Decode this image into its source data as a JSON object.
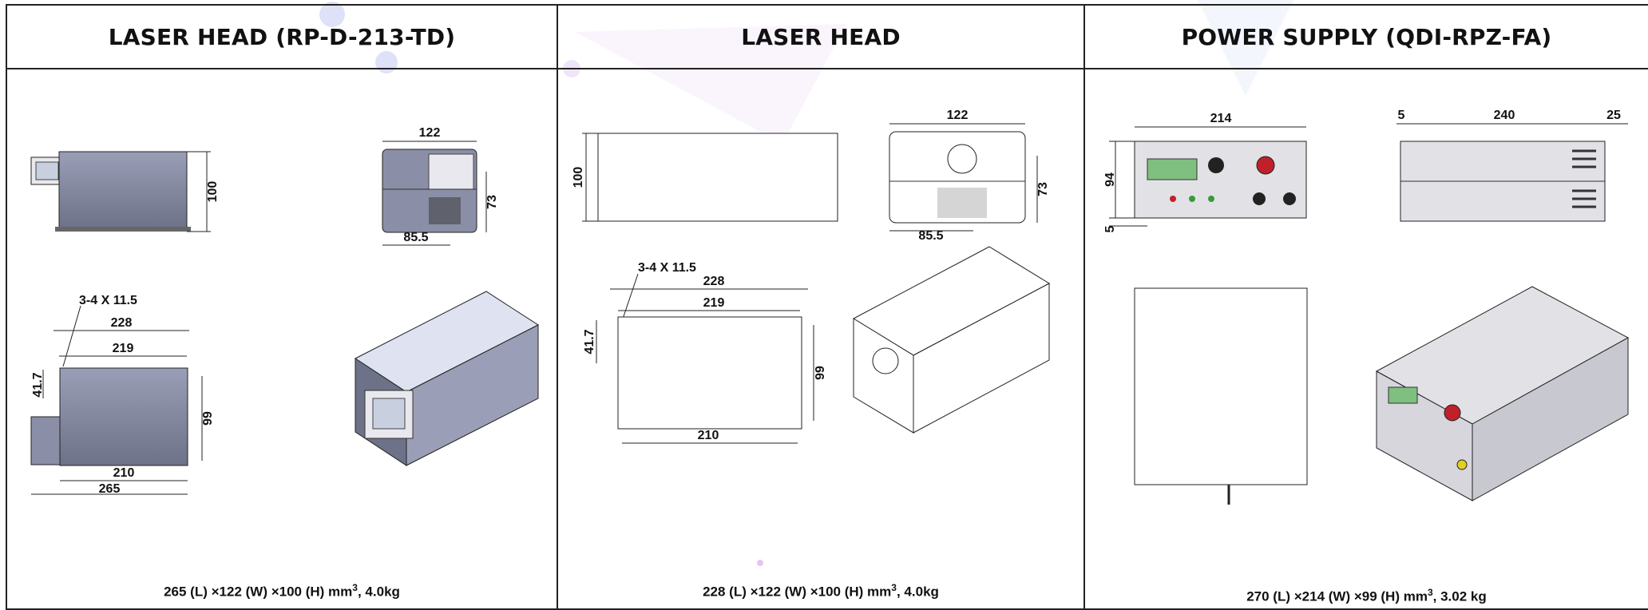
{
  "columns": [
    {
      "title": "LASER HEAD (RP-D-213-TD)",
      "caption": {
        "main": "265 (L) ×122 (W) ×100 (H) mm",
        "sup": "3",
        "tail": ", 4.0kg"
      },
      "dims": {
        "height": "100",
        "width": "122",
        "depth_side": "73",
        "foot": "85.5",
        "hole": "3-4 X 11.5",
        "len_a": "228",
        "len_b": "219",
        "offset": "41.7",
        "h_b": "99",
        "len_c": "210",
        "len_d": "265"
      }
    },
    {
      "title": "LASER HEAD",
      "caption": {
        "main": "228 (L) ×122 (W) ×100 (H) mm",
        "sup": "3",
        "tail": ", 4.0kg"
      },
      "dims": {
        "height": "100",
        "width": "122",
        "depth_side": "73",
        "foot": "85.5",
        "hole": "3-4 X 11.5",
        "len_a": "228",
        "len_b": "219",
        "offset": "41.7",
        "h_b": "99",
        "len_c": "210"
      }
    },
    {
      "title": "POWER SUPPLY (QDI-RPZ-FA)",
      "caption": {
        "main": "270 (L) ×214 (W) ×99 (H) mm",
        "sup": "3",
        "tail": ", 3.02 kg"
      },
      "dims": {
        "width": "214",
        "height": "94",
        "foot": "5",
        "gap_l": "5",
        "len": "240",
        "gap_r": "25"
      }
    }
  ],
  "colors": {
    "body": "#8a8ea6",
    "body_dark": "#5c6074",
    "line": "#222222",
    "display": "#7fbf7f",
    "red": "#c0202a",
    "yellow": "#e0d020"
  }
}
